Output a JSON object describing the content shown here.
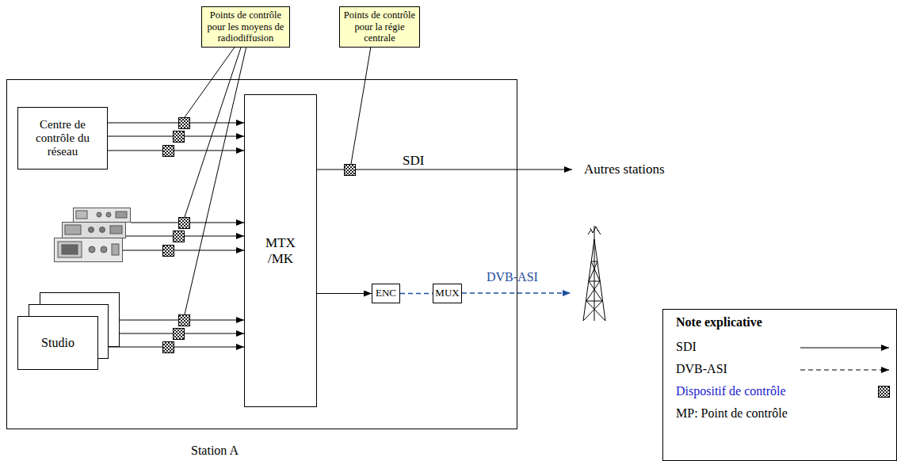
{
  "diagram": {
    "nodes": [
      {
        "text": [
          "Points de contrôle pour les moyens de radiodiffusion"
        ]
      },
      {
        "text": [
          "Points de contrôle pour la régie centrale"
        ]
      },
      {
        "text": [
          "Station A"
        ]
      },
      {
        "text": [
          "Centre de contrôle du réseau"
        ],
        "in": 2
      },
      {
        "text": [
          "MTX /MK"
        ],
        "in": 2
      },
      {
        "text": [
          "Studio"
        ],
        "in": 2
      },
      {
        "text": [
          "ENC"
        ],
        "in": 2
      },
      {
        "text": [
          "MUX"
        ],
        "in": 2
      }
    ],
    "edges": [
      {
        "from": 3,
        "to": 4,
        "arrow": "to"
      },
      {
        "from": 3,
        "to": 4,
        "arrow": "to"
      },
      {
        "from": 3,
        "to": 4,
        "arrow": "to"
      },
      {
        "from": 5,
        "to": 4,
        "arrow": "to"
      },
      {
        "from": 5,
        "to": 4,
        "arrow": "to"
      },
      {
        "from": 5,
        "to": 4,
        "arrow": "to"
      },
      {
        "from": 4,
        "to": 6,
        "arrow": "to"
      },
      {
        "from": 6,
        "to": 7,
        "arrow": "none"
      }
    ],
    "labels": [
      "SDI",
      "Autres stations",
      "DVB-ASI",
      "Note explicative"
    ],
    "legend": [
      {
        "text": "SDI"
      },
      {
        "text": "DVB-ASI"
      },
      {
        "text": "Dispositif de contrôle"
      },
      {
        "text": "MP: Point de contrôle"
      }
    ]
  }
}
